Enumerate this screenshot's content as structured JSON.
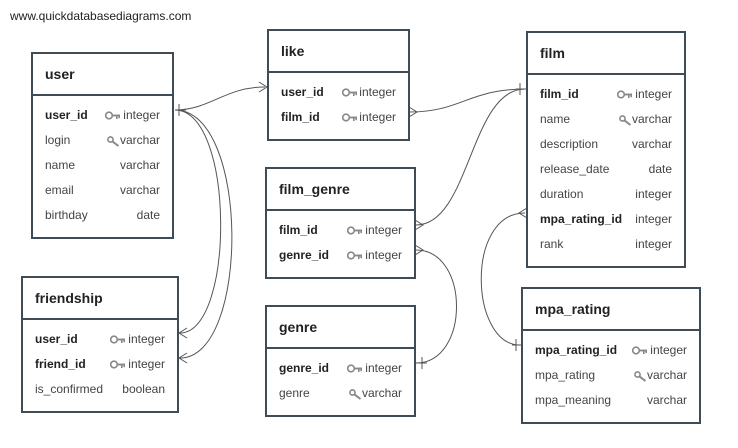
{
  "watermark": "www.quickdatabasediagrams.com",
  "colors": {
    "border": "#3f4b55",
    "line": "#555555",
    "icon": "#888888"
  },
  "tables": {
    "user": {
      "title": "user",
      "fields": [
        {
          "name": "user_id",
          "type": "integer",
          "key": true,
          "icon": "key-icon"
        },
        {
          "name": "login",
          "type": "varchar",
          "key": false,
          "icon": "wrench-icon"
        },
        {
          "name": "name",
          "type": "varchar",
          "key": false,
          "icon": ""
        },
        {
          "name": "email",
          "type": "varchar",
          "key": false,
          "icon": ""
        },
        {
          "name": "birthday",
          "type": "date",
          "key": false,
          "icon": ""
        }
      ]
    },
    "like": {
      "title": "like",
      "fields": [
        {
          "name": "user_id",
          "type": "integer",
          "key": true,
          "icon": "key-icon"
        },
        {
          "name": "film_id",
          "type": "integer",
          "key": true,
          "icon": "key-icon"
        }
      ]
    },
    "film": {
      "title": "film",
      "fields": [
        {
          "name": "film_id",
          "type": "integer",
          "key": true,
          "icon": "key-icon"
        },
        {
          "name": "name",
          "type": "varchar",
          "key": false,
          "icon": "wrench-icon"
        },
        {
          "name": "description",
          "type": "varchar",
          "key": false,
          "icon": ""
        },
        {
          "name": "release_date",
          "type": "date",
          "key": false,
          "icon": ""
        },
        {
          "name": "duration",
          "type": "integer",
          "key": false,
          "icon": ""
        },
        {
          "name": "mpa_rating_id",
          "type": "integer",
          "key": true,
          "icon": ""
        },
        {
          "name": "rank",
          "type": "integer",
          "key": false,
          "icon": ""
        }
      ]
    },
    "film_genre": {
      "title": "film_genre",
      "fields": [
        {
          "name": "film_id",
          "type": "integer",
          "key": true,
          "icon": "key-icon"
        },
        {
          "name": "genre_id",
          "type": "integer",
          "key": true,
          "icon": "key-icon"
        }
      ]
    },
    "friendship": {
      "title": "friendship",
      "fields": [
        {
          "name": "user_id",
          "type": "integer",
          "key": true,
          "icon": "key-icon"
        },
        {
          "name": "friend_id",
          "type": "integer",
          "key": true,
          "icon": "key-icon"
        },
        {
          "name": "is_confirmed",
          "type": "boolean",
          "key": false,
          "icon": ""
        }
      ]
    },
    "genre": {
      "title": "genre",
      "fields": [
        {
          "name": "genre_id",
          "type": "integer",
          "key": true,
          "icon": "key-icon"
        },
        {
          "name": "genre",
          "type": "varchar",
          "key": false,
          "icon": "wrench-icon"
        }
      ]
    },
    "mpa_rating": {
      "title": "mpa_rating",
      "fields": [
        {
          "name": "mpa_rating_id",
          "type": "integer",
          "key": true,
          "icon": "key-icon"
        },
        {
          "name": "mpa_rating",
          "type": "varchar",
          "key": false,
          "icon": "wrench-icon"
        },
        {
          "name": "mpa_meaning",
          "type": "varchar",
          "key": false,
          "icon": ""
        }
      ]
    }
  }
}
